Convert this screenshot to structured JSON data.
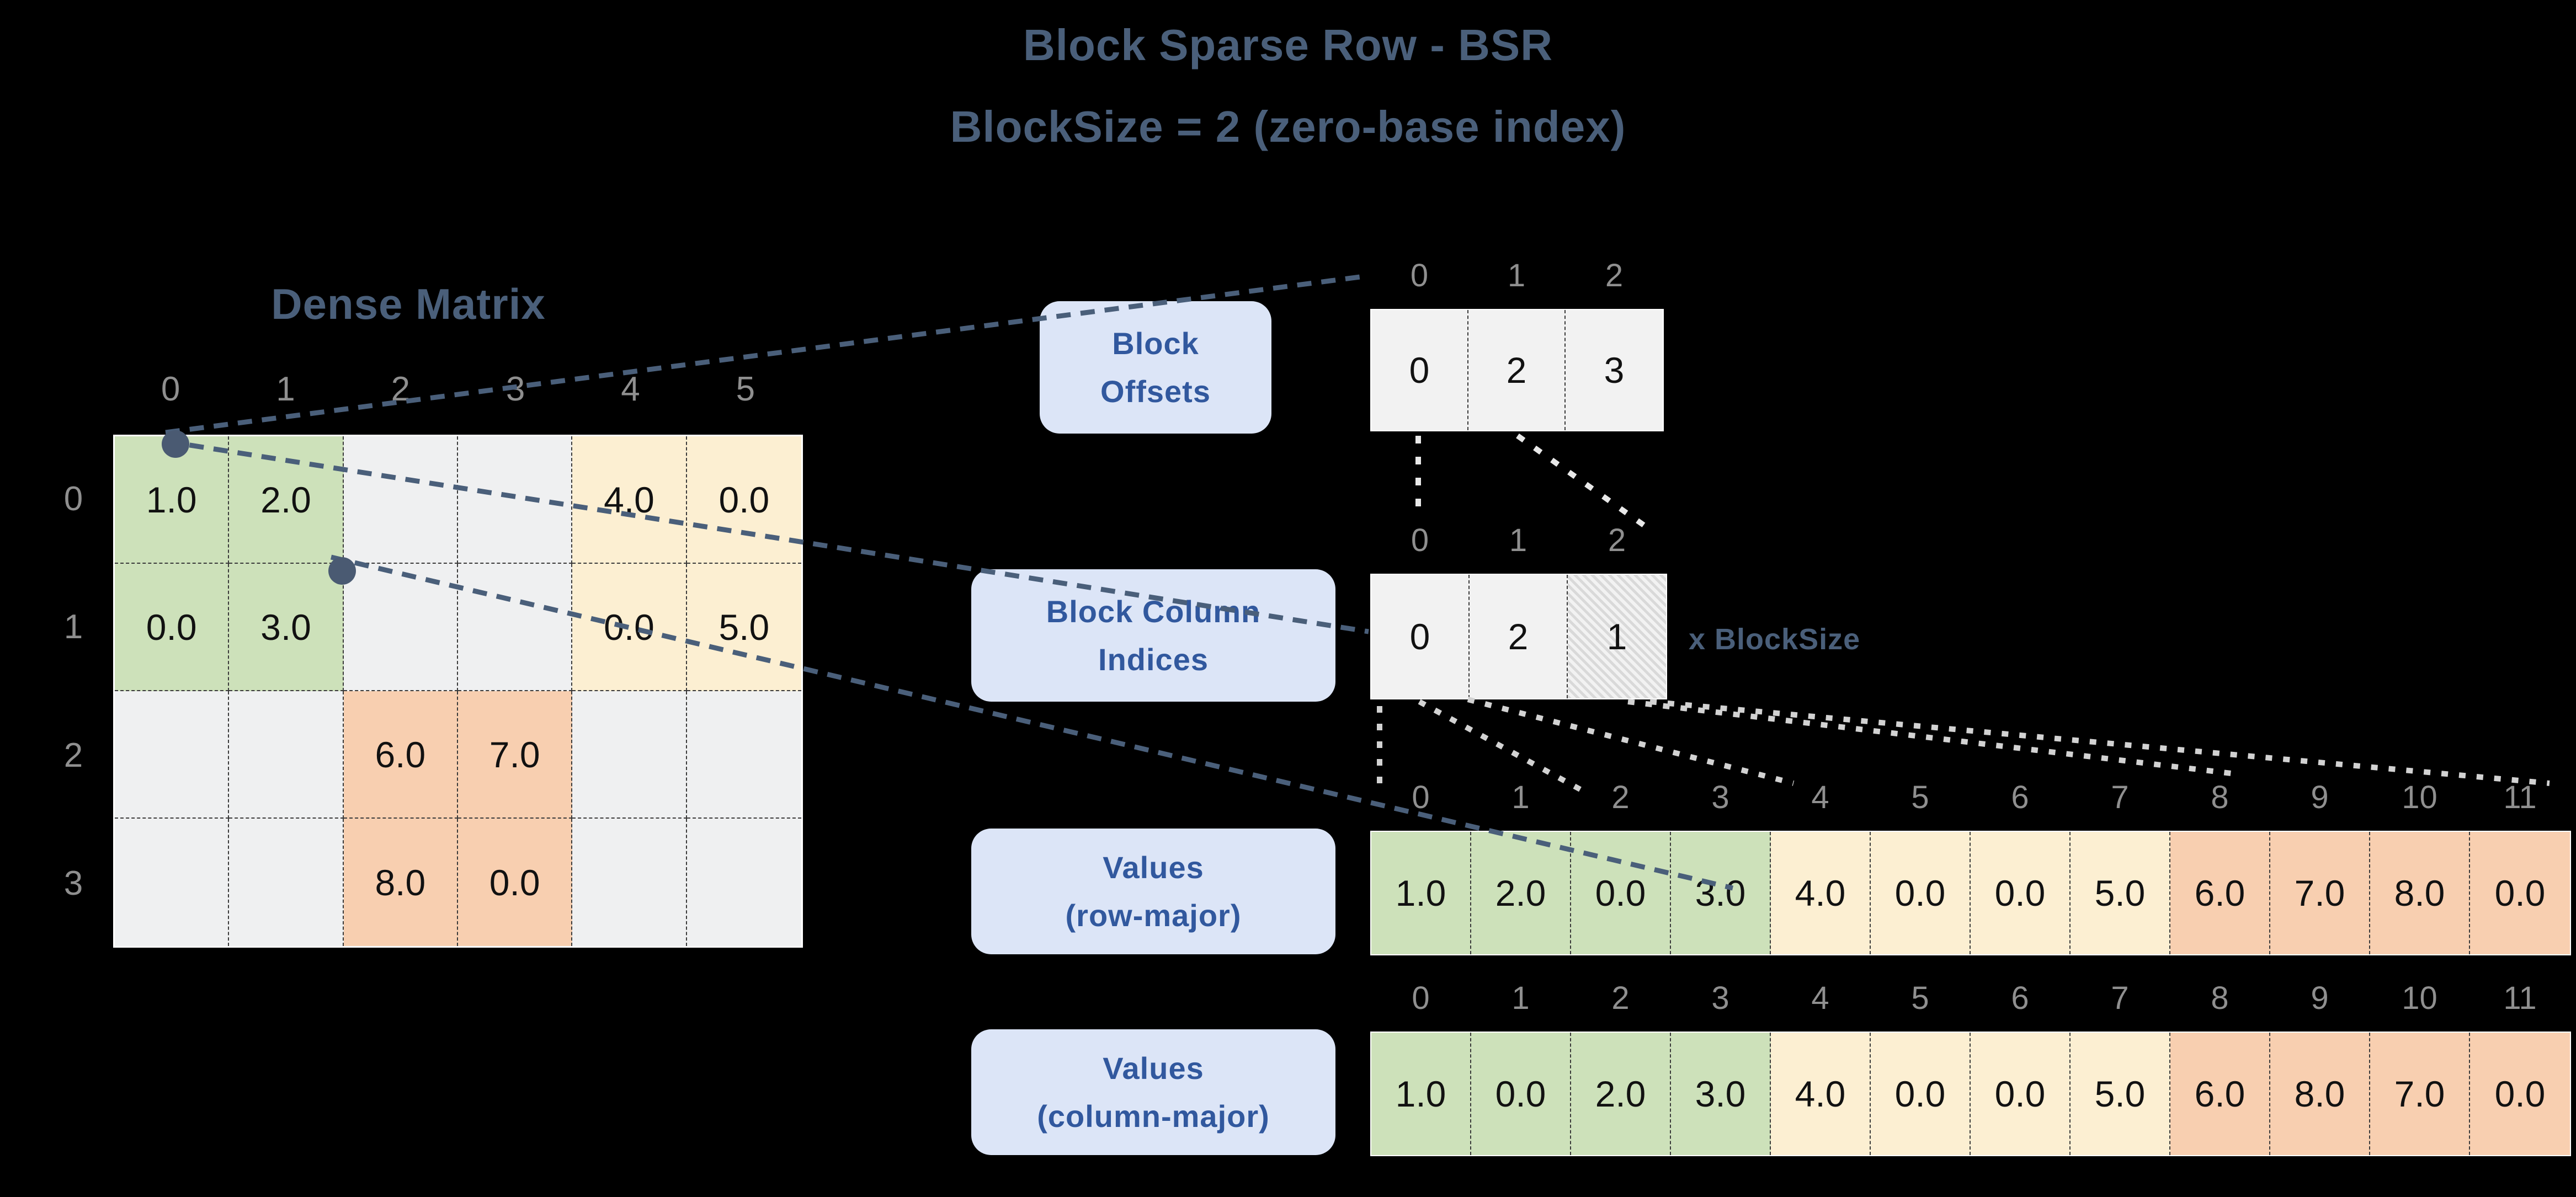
{
  "title": {
    "line1": "Block Sparse Row - BSR",
    "line2": "BlockSize = 2 (zero-base index)"
  },
  "dense_matrix": {
    "heading": "Dense Matrix",
    "col_headers": [
      "0",
      "1",
      "2",
      "3",
      "4",
      "5"
    ],
    "row_headers": [
      "0",
      "1",
      "2",
      "3"
    ],
    "rows": [
      [
        {
          "value": "1.0",
          "color": "green"
        },
        {
          "value": "2.0",
          "color": "green"
        },
        {
          "value": "",
          "color": "empty"
        },
        {
          "value": "",
          "color": "empty"
        },
        {
          "value": "4.0",
          "color": "yellow"
        },
        {
          "value": "0.0",
          "color": "yellow"
        }
      ],
      [
        {
          "value": "0.0",
          "color": "green"
        },
        {
          "value": "3.0",
          "color": "green"
        },
        {
          "value": "",
          "color": "empty"
        },
        {
          "value": "",
          "color": "empty"
        },
        {
          "value": "0.0",
          "color": "yellow"
        },
        {
          "value": "5.0",
          "color": "yellow"
        }
      ],
      [
        {
          "value": "",
          "color": "empty"
        },
        {
          "value": "",
          "color": "empty"
        },
        {
          "value": "6.0",
          "color": "orange"
        },
        {
          "value": "7.0",
          "color": "orange"
        },
        {
          "value": "",
          "color": "empty"
        },
        {
          "value": "",
          "color": "empty"
        }
      ],
      [
        {
          "value": "",
          "color": "empty"
        },
        {
          "value": "",
          "color": "empty"
        },
        {
          "value": "8.0",
          "color": "orange"
        },
        {
          "value": "0.0",
          "color": "orange"
        },
        {
          "value": "",
          "color": "empty"
        },
        {
          "value": "",
          "color": "empty"
        }
      ]
    ]
  },
  "block_offsets": {
    "label_line1": "Block",
    "label_line2": "Offsets",
    "indices": [
      "0",
      "1",
      "2"
    ],
    "values": [
      "0",
      "2",
      "3"
    ]
  },
  "block_column_indices": {
    "label_line1": "Block Column",
    "label_line2": "Indices",
    "indices": [
      "0",
      "1",
      "2"
    ],
    "values": [
      "0",
      "2",
      "1"
    ],
    "hatched_cell": 2,
    "side_note": "x BlockSize"
  },
  "values_row_major": {
    "label_line1": "Values",
    "label_line2": "(row-major)",
    "indices": [
      "0",
      "1",
      "2",
      "3",
      "4",
      "5",
      "6",
      "7",
      "8",
      "9",
      "10",
      "11"
    ],
    "cells": [
      {
        "value": "1.0",
        "color": "green"
      },
      {
        "value": "2.0",
        "color": "green"
      },
      {
        "value": "0.0",
        "color": "green"
      },
      {
        "value": "3.0",
        "color": "green"
      },
      {
        "value": "4.0",
        "color": "yellow"
      },
      {
        "value": "0.0",
        "color": "yellow"
      },
      {
        "value": "0.0",
        "color": "yellow"
      },
      {
        "value": "5.0",
        "color": "yellow"
      },
      {
        "value": "6.0",
        "color": "orange"
      },
      {
        "value": "7.0",
        "color": "orange"
      },
      {
        "value": "8.0",
        "color": "orange"
      },
      {
        "value": "0.0",
        "color": "orange"
      }
    ]
  },
  "values_column_major": {
    "label_line1": "Values",
    "label_line2": "(column-major)",
    "indices": [
      "0",
      "1",
      "2",
      "3",
      "4",
      "5",
      "6",
      "7",
      "8",
      "9",
      "10",
      "11"
    ],
    "cells": [
      {
        "value": "1.0",
        "color": "green"
      },
      {
        "value": "0.0",
        "color": "green"
      },
      {
        "value": "2.0",
        "color": "green"
      },
      {
        "value": "3.0",
        "color": "green"
      },
      {
        "value": "4.0",
        "color": "yellow"
      },
      {
        "value": "0.0",
        "color": "yellow"
      },
      {
        "value": "0.0",
        "color": "yellow"
      },
      {
        "value": "5.0",
        "color": "yellow"
      },
      {
        "value": "6.0",
        "color": "orange"
      },
      {
        "value": "8.0",
        "color": "orange"
      },
      {
        "value": "7.0",
        "color": "orange"
      },
      {
        "value": "0.0",
        "color": "orange"
      }
    ]
  },
  "colors": {
    "background": "#000000",
    "title_blue": "#4a5f7a",
    "pill_bg": "#dce5f7",
    "pill_text": "#31589e",
    "green": "#cde1ba",
    "yellow": "#fcefd2",
    "orange": "#f8cfb0",
    "neutral": "#f2f2f2",
    "marker_dot": "#4a5a72",
    "index_gray": "#8f8f8f"
  }
}
